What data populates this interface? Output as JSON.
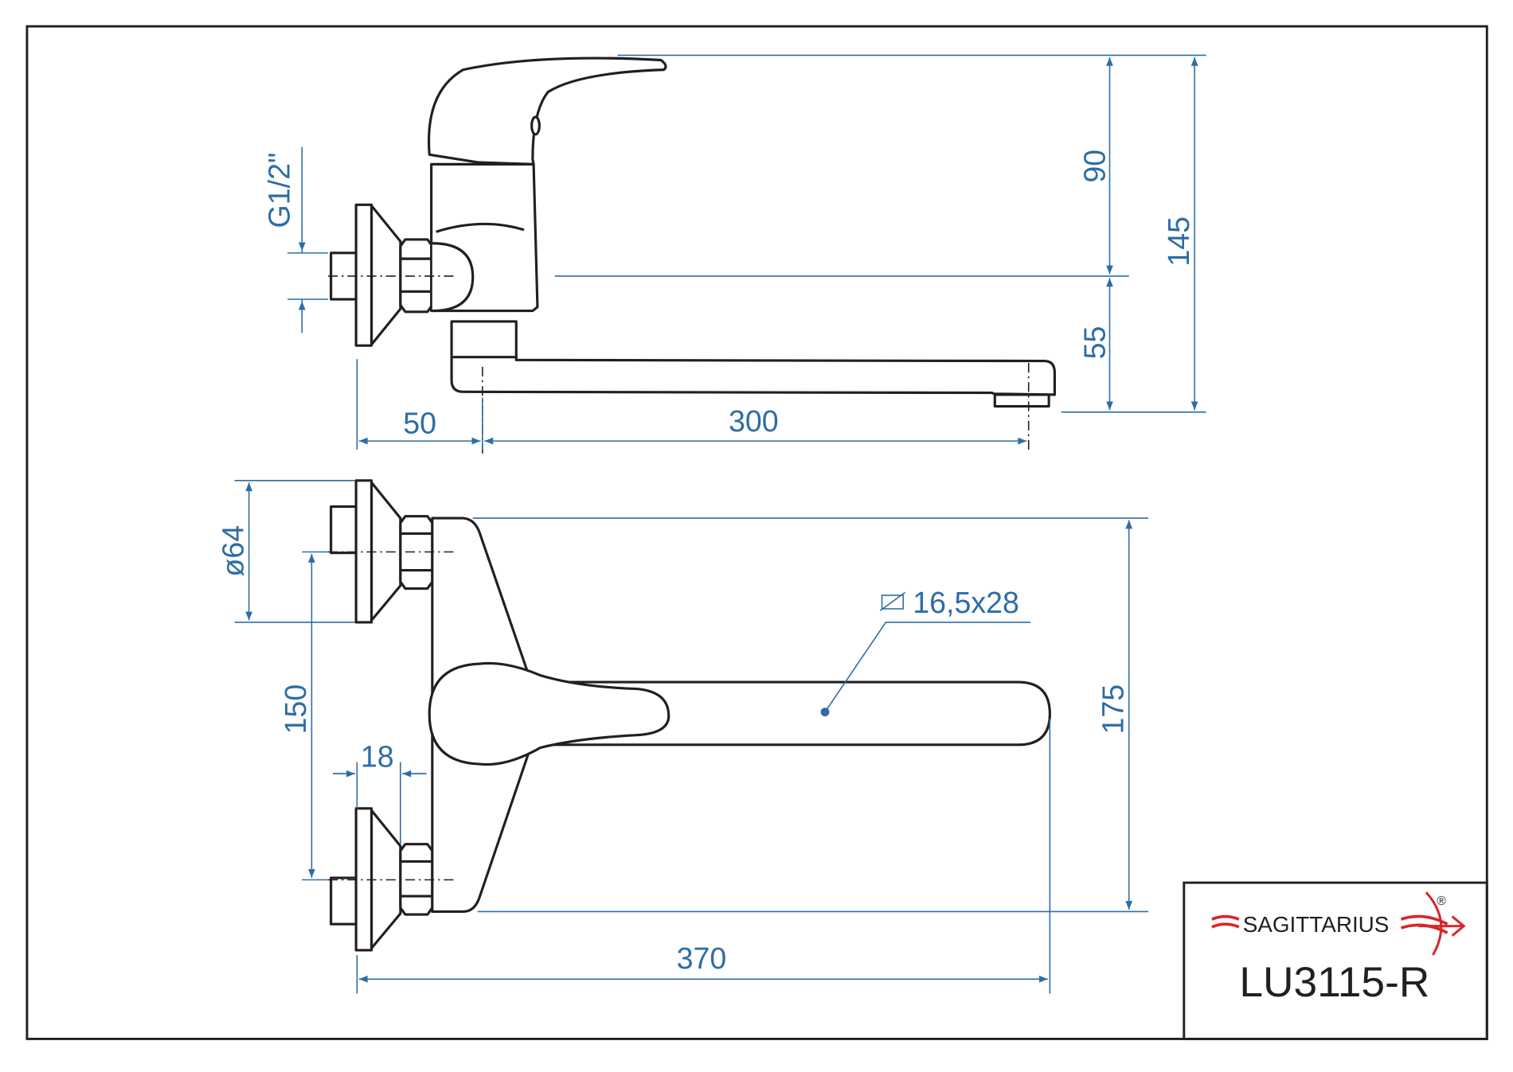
{
  "dimensions": {
    "thread": "G1/2\"",
    "d90": "90",
    "d145": "145",
    "d55": "55",
    "d50": "50",
    "d300": "300",
    "dia64": "ø64",
    "d150": "150",
    "d18": "18",
    "d175": "175",
    "d370": "370",
    "spout_section": "16,5x28"
  },
  "title_block": {
    "brand": "SAGITTARIUS",
    "registered": "®",
    "model": "LU3115-R"
  },
  "colors": {
    "dimension": "#2e6da4",
    "outline": "#231f20",
    "brand_red": "#d9262b"
  }
}
